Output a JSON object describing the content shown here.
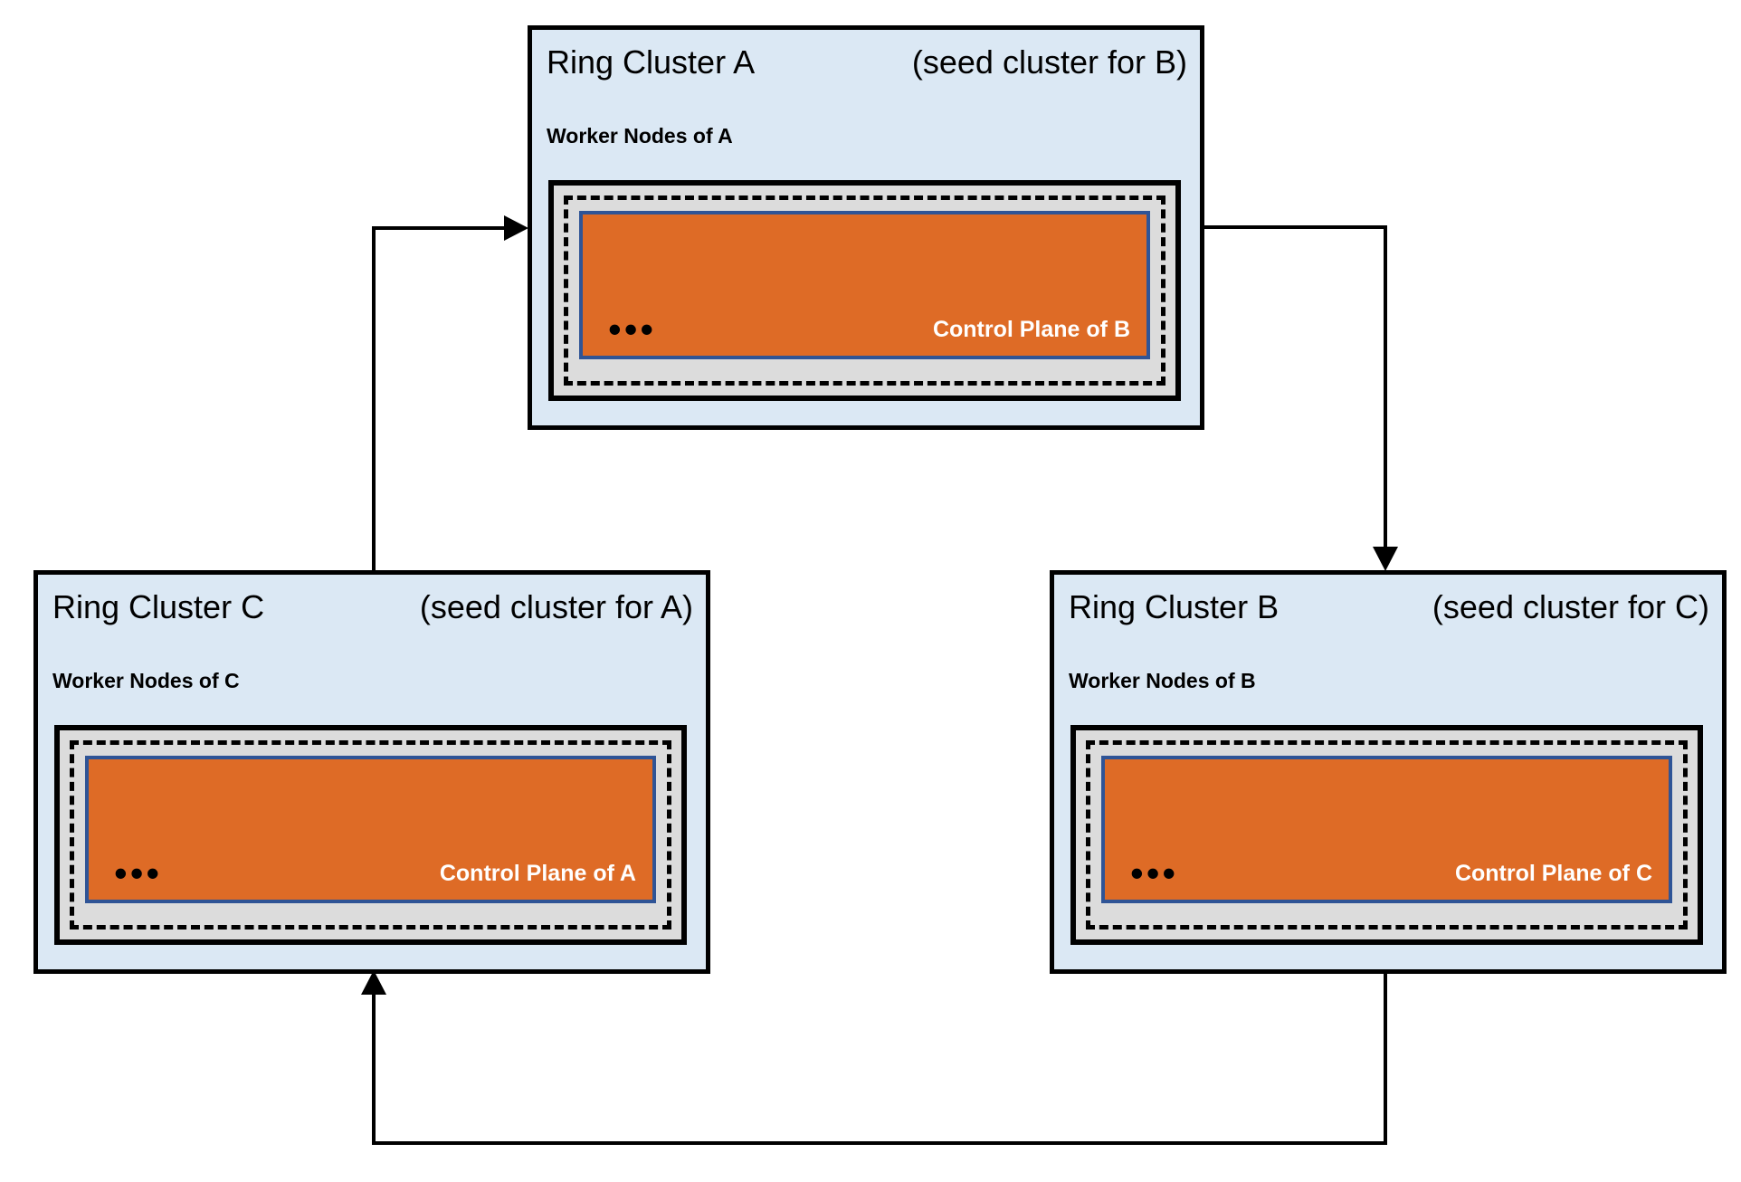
{
  "diagram": {
    "clusters": [
      {
        "name": "A",
        "position": "top-center",
        "title": "Ring Cluster A",
        "seed_note": "(seed cluster for B)",
        "worker_label": "Worker Nodes of A",
        "control_plane_label": "Control Plane of B",
        "dots": "•••"
      },
      {
        "name": "C",
        "position": "bottom-left",
        "title": "Ring Cluster C",
        "seed_note": "(seed cluster for A)",
        "worker_label": "Worker Nodes of C",
        "control_plane_label": "Control Plane of A",
        "dots": "•••"
      },
      {
        "name": "B",
        "position": "bottom-right",
        "title": "Ring Cluster B",
        "seed_note": "(seed cluster for C)",
        "worker_label": "Worker Nodes of B",
        "control_plane_label": "Control Plane of C",
        "dots": "•••"
      }
    ],
    "edges": [
      {
        "from": "C",
        "to": "A"
      },
      {
        "from": "A",
        "to": "B"
      },
      {
        "from": "B",
        "to": "C"
      }
    ],
    "colors": {
      "cluster_fill": "#dbe8f4",
      "worker_nodes_fill": "#dcdcdc",
      "control_plane_fill": "#de6b26",
      "control_plane_border": "#2f5496",
      "line": "#000000",
      "background": "#ffffff"
    }
  }
}
